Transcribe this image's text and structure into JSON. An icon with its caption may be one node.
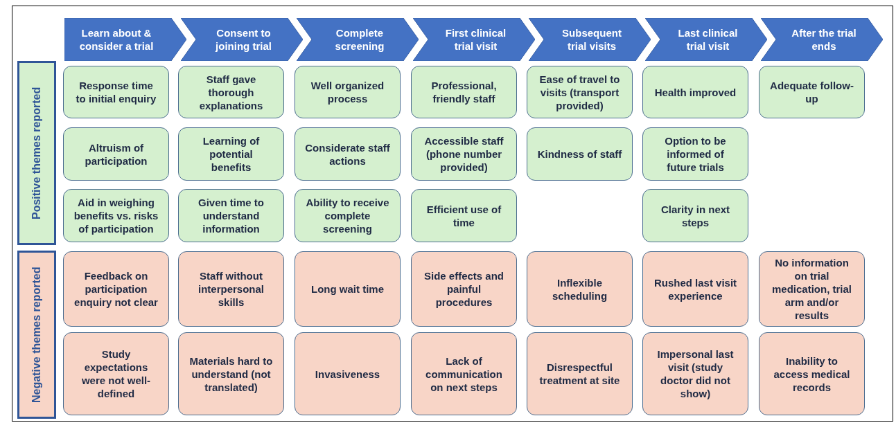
{
  "diagram": {
    "nodes": [
      {
        "text": [
          "Learn about & consider a trial"
        ]
      },
      {
        "text": [
          "Consent to joining trial"
        ]
      },
      {
        "text": [
          "Complete screening"
        ]
      },
      {
        "text": [
          "First clinical trial visit"
        ]
      },
      {
        "text": [
          "Subsequent trial visits"
        ]
      },
      {
        "text": [
          "Last clinical trial visit"
        ]
      },
      {
        "text": [
          "After the trial ends"
        ]
      },
      {
        "text": [
          "Positive themes reported"
        ]
      },
      {
        "text": [
          "Response time to initial enquiry"
        ]
      },
      {
        "text": [
          "Staff gave thorough explanations"
        ]
      },
      {
        "text": [
          "Well organized process"
        ]
      },
      {
        "text": [
          "Professional, friendly staff"
        ]
      },
      {
        "text": [
          "Ease of travel to visits (transport provided)"
        ]
      },
      {
        "text": [
          "Health improved"
        ]
      },
      {
        "text": [
          "Adequate follow-up"
        ]
      },
      {
        "text": [
          "Altruism of participation"
        ]
      },
      {
        "text": [
          "Learning of potential benefits"
        ]
      },
      {
        "text": [
          "Considerate staff actions"
        ]
      },
      {
        "text": [
          "Accessible staff (phone number provided)"
        ]
      },
      {
        "text": [
          "Kindness of staff"
        ]
      },
      {
        "text": [
          "Option to be informed of future trials"
        ]
      },
      {
        "text": [
          "Aid in weighing benefits vs. risks of participation"
        ]
      },
      {
        "text": [
          "Given time to understand information"
        ]
      },
      {
        "text": [
          "Ability to receive complete screening"
        ]
      },
      {
        "text": [
          "Efficient use of time"
        ]
      },
      {
        "text": [
          "Clarity in next steps"
        ]
      },
      {
        "text": [
          "Negative themes reported"
        ]
      },
      {
        "text": [
          "Feedback on participation enquiry not clear"
        ]
      },
      {
        "text": [
          "Staff without interpersonal skills"
        ]
      },
      {
        "text": [
          "Long wait time"
        ]
      },
      {
        "text": [
          "Side effects and painful procedures"
        ]
      },
      {
        "text": [
          "Inflexible scheduling"
        ]
      },
      {
        "text": [
          "Rushed last visit experience"
        ]
      },
      {
        "text": [
          "No information on trial medication, trial arm and/or results"
        ]
      },
      {
        "text": [
          "Study expectations were not well-defined"
        ]
      },
      {
        "text": [
          "Materials hard to understand (not translated)"
        ]
      },
      {
        "text": [
          "Invasiveness"
        ]
      },
      {
        "text": [
          "Lack of communication on next steps"
        ]
      },
      {
        "text": [
          "Disrespectful treatment at site"
        ]
      },
      {
        "text": [
          "Impersonal last visit (study doctor did not show)"
        ]
      },
      {
        "text": [
          "Inability to access medical records"
        ]
      }
    ]
  }
}
